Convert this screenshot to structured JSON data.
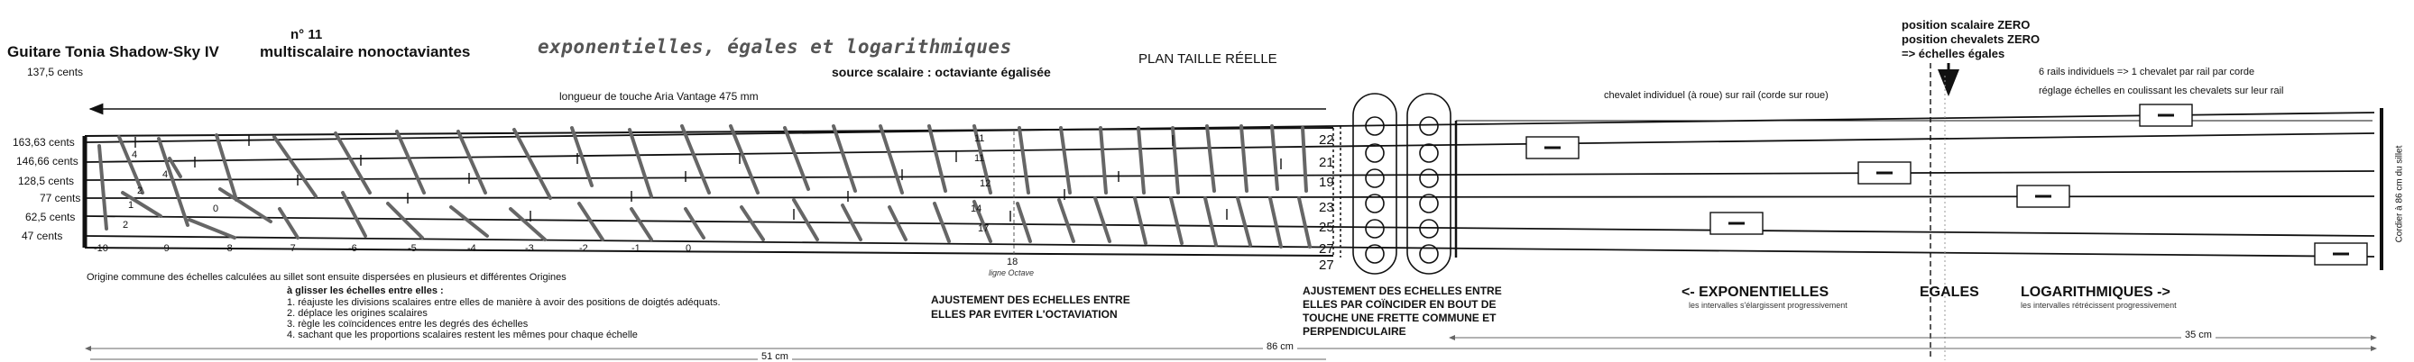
{
  "header": {
    "number": "n° 11",
    "title": "Guitare Tonia Shadow-Sky IV",
    "title_suffix": "multiscalaire nonoctaviantes",
    "title_italic": "exponentielles, égales et logarithmiques",
    "source": "source scalaire : octaviante égalisée",
    "plan": "PLAN TAILLE RÉELLE",
    "top_cents": "137,5 cents"
  },
  "scale_ref": {
    "line1": "position scalaire ZERO",
    "line2": "position chevalets ZERO",
    "line3": "=> échelles égales"
  },
  "rails": {
    "line1": "6 rails individuels => 1 chevalet par rail par corde",
    "line2": "réglage échelles en coulissant les chevalets sur leur rail"
  },
  "neck": {
    "length_label": "longueur de touche Aria Vantage 475 mm",
    "string_cents": [
      "163,63 cents",
      "146,66 cents",
      "128,5 cents",
      "77 cents",
      "62,5 cents",
      "47 cents"
    ],
    "fret_numbers": [
      "-10",
      "-9",
      "-8",
      "-7",
      "-6",
      "-5",
      "-4",
      "-3",
      "-2",
      "-1",
      "0",
      "18"
    ],
    "octave_label": "ligne Octave",
    "right_numbers": [
      "22",
      "21",
      "19",
      "23",
      "25",
      "27",
      "27"
    ],
    "inner_numbers": [
      "11",
      "11",
      "12",
      "14",
      "17",
      "4",
      "4",
      "2",
      "1",
      "0",
      "2"
    ],
    "nut_label": "0"
  },
  "bridge": {
    "label": "chevalet individuel (à roue) sur rail (corde sur roue)",
    "cordier": "Cordier à 86 cm du sillet"
  },
  "notes": {
    "origin": "Origine commune des échelles calculées au sillet sont ensuite dispersées en plusieurs et différentes Origines",
    "glide_title": "à glisser les échelles entre elles :",
    "items": [
      "1. réajuste les divisions scalaires entre elles de manière à avoir des positions de doigtés adéquats.",
      "2. déplace les origines scalaires",
      "3. règle les coïncidences entre les degrés des échelles",
      "4. sachant que les proportions scalaires restent les mêmes pour chaque échelle"
    ],
    "adjust1_l1": "AJUSTEMENT DES ECHELLES ENTRE",
    "adjust1_l2": "ELLES PAR EVITER L'OCTAVIATION",
    "adjust2_l1": "AJUSTEMENT DES ECHELLES ENTRE",
    "adjust2_l2": "ELLES PAR COÏNCIDER EN BOUT DE",
    "adjust2_l3": "TOUCHE UNE FRETTE COMMUNE ET",
    "adjust2_l4": "PERPENDICULAIRE"
  },
  "modes": {
    "expo": "<- EXPONENTIELLES",
    "expo_sub": "les intervalles s'élargissent progressivement",
    "equal": "EGALES",
    "log": "LOGARITHMIQUES ->",
    "log_sub": "les intervalles rétrécissent progressivement"
  },
  "dimensions": {
    "total": "86 cm",
    "right": "35 cm",
    "partial": "51 cm"
  }
}
